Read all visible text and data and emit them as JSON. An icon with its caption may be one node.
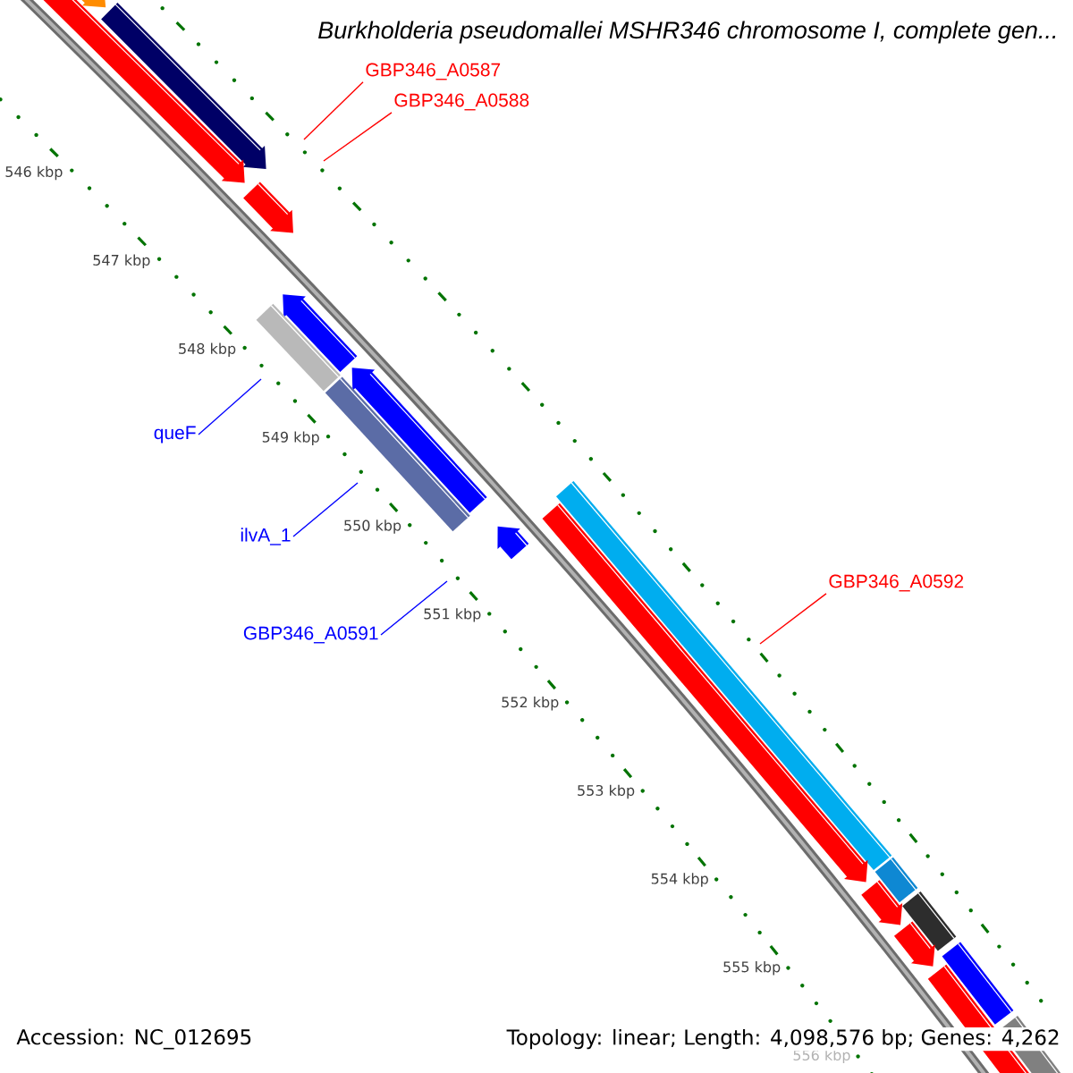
{
  "diagram": {
    "title": "*Burkholderia pseudomallei* MSHR346 chromosome I, complete gen...",
    "nodes": [
      {
        "text": [
          "GBP346_A0587"
        ]
      },
      {
        "text": [
          "GBP346_A0588"
        ]
      },
      {
        "text": [
          "queF"
        ]
      },
      {
        "text": [
          "ilvA_1"
        ]
      },
      {
        "text": [
          "GBP346_A0591"
        ]
      },
      {
        "text": [
          "GBP346_A0592"
        ]
      }
    ],
    "edges": [
      {
        "from": 0,
        "to": null,
        "arrow": "none",
        "color": "#ff0000"
      },
      {
        "from": 1,
        "to": null,
        "arrow": "none",
        "color": "#ff0000"
      },
      {
        "from": 2,
        "to": null,
        "arrow": "none",
        "color": "#0000ff"
      },
      {
        "from": 3,
        "to": null,
        "arrow": "none",
        "color": "#0000ff"
      },
      {
        "from": 4,
        "to": null,
        "arrow": "none",
        "color": "#0000ff"
      },
      {
        "from": 5,
        "to": null,
        "arrow": "none",
        "color": "#ff0000"
      }
    ],
    "labels": [
      "546 kbp",
      "547 kbp",
      "548 kbp",
      "549 kbp",
      "550 kbp",
      "551 kbp",
      "552 kbp",
      "553 kbp",
      "554 kbp",
      "555 kbp",
      "556 kbp",
      "Accession: NC_012695",
      "Topology: linear; Length: 4,098,576 bp; Genes: 4,262"
    ]
  }
}
